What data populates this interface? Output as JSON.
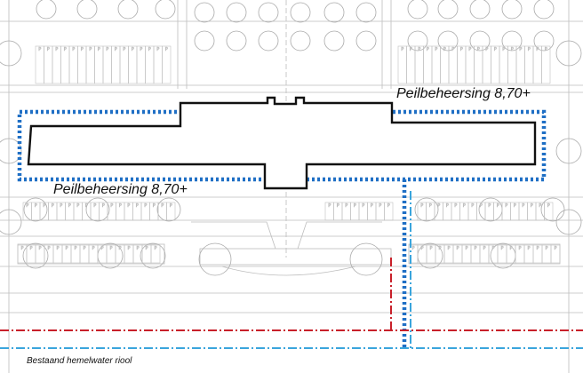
{
  "labels": {
    "level_north": "Peilbeheersing 8,70+",
    "level_south": "Peilbeheersing 8,70+",
    "existing_sewer": "Bestaand hemelwater riool"
  },
  "parking": {
    "letter": "P"
  },
  "colors": {
    "building_outline": "#111111",
    "level_boundary": "#1f6fc5",
    "sewer_line_blue": "#3aa5dc",
    "sewer_line_red": "#c8202a",
    "background_lines": "#b8b8b8"
  },
  "legend": {
    "sewer_line_style": "dash-dot"
  }
}
